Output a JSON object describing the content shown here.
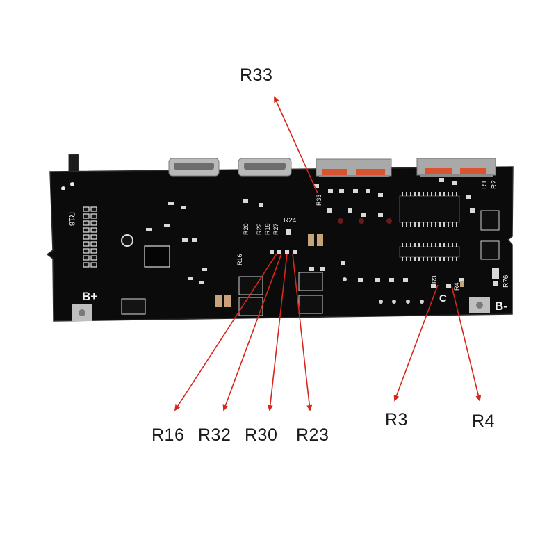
{
  "callouts": {
    "r33": "R33",
    "r16": "R16",
    "r32": "R32",
    "r30": "R30",
    "r23": "R23",
    "r3": "R3",
    "r4": "R4"
  },
  "board_labels": {
    "b_plus": "B+",
    "b_minus": "B-",
    "c": "C",
    "r18": "R18",
    "r1": "R1",
    "r2": "R2",
    "r76": "R76",
    "r24": "R24",
    "r3": "R3",
    "r4": "R4",
    "r16": "R16",
    "r20": "R20",
    "r22": "R22",
    "r19": "R19",
    "r27": "R27",
    "r33": "R33"
  },
  "colors": {
    "board": "#0b0b0b",
    "silkscreen": "#f2f2f2",
    "pointer": "#d8261c",
    "port_metal": "#b9b9b9",
    "port_accent": "#d9532f"
  }
}
